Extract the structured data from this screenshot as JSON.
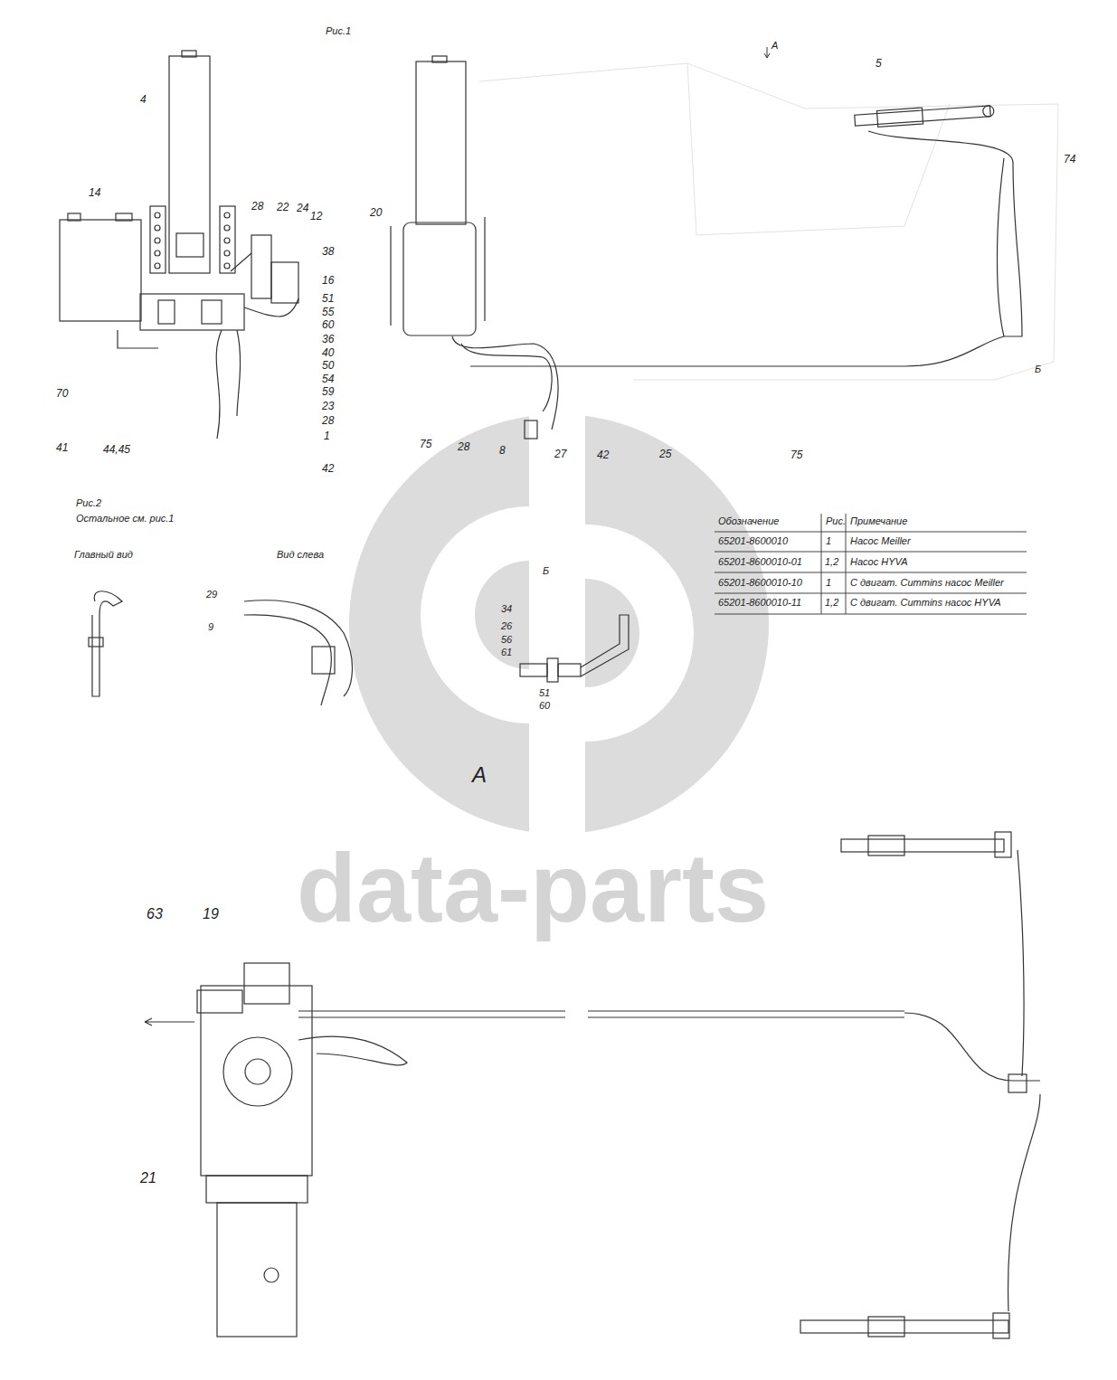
{
  "diagram": {
    "labels": [
      "Рис.1",
      "А",
      "5",
      "4",
      "74",
      "14",
      "28",
      "22",
      "24",
      "12",
      "20",
      "38",
      "16",
      "51",
      "55",
      "60",
      "36",
      "40",
      "50",
      "54",
      "59",
      "70",
      "Б",
      "23",
      "28",
      "1",
      "41",
      "44,45",
      "75",
      "28",
      "8",
      "27",
      "42",
      "25",
      "75",
      "42",
      "Рис.2",
      "Остальное см. рис.1",
      "Обозначение",
      "Рис.",
      "Примечание",
      "65201-8600010",
      "1",
      "Насос Meiller",
      "65201-8600010-01",
      "1,2",
      "Насос HYVA",
      "65201-8600010-10",
      "1",
      "С двигат. Cummins насос Meiller",
      "65201-8600010-11",
      "1,2",
      "С двигат. Cummins насос HYVA",
      "Главный вид",
      "Вид слева",
      "Б",
      "29",
      "9",
      "34",
      "26",
      "56",
      "61",
      "51",
      "60",
      "А",
      "data-parts",
      "63",
      "19",
      "21"
    ]
  }
}
